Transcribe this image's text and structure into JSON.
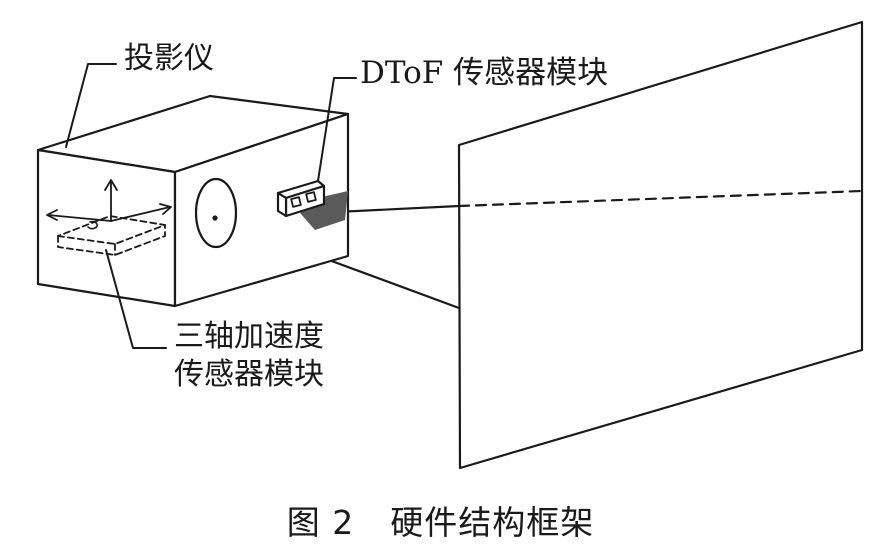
{
  "labels": {
    "projector": "投影仪",
    "dtof_latin": "DToF",
    "dtof_cn": "传感器模块",
    "accel_line1": "三轴加速度",
    "accel_line2": "传感器模块"
  },
  "caption": {
    "figure_number": "图 2",
    "title": "硬件结构框架"
  },
  "colors": {
    "stroke": "#1a1a1a",
    "shade": "#5a5a5a",
    "background": "#ffffff"
  }
}
